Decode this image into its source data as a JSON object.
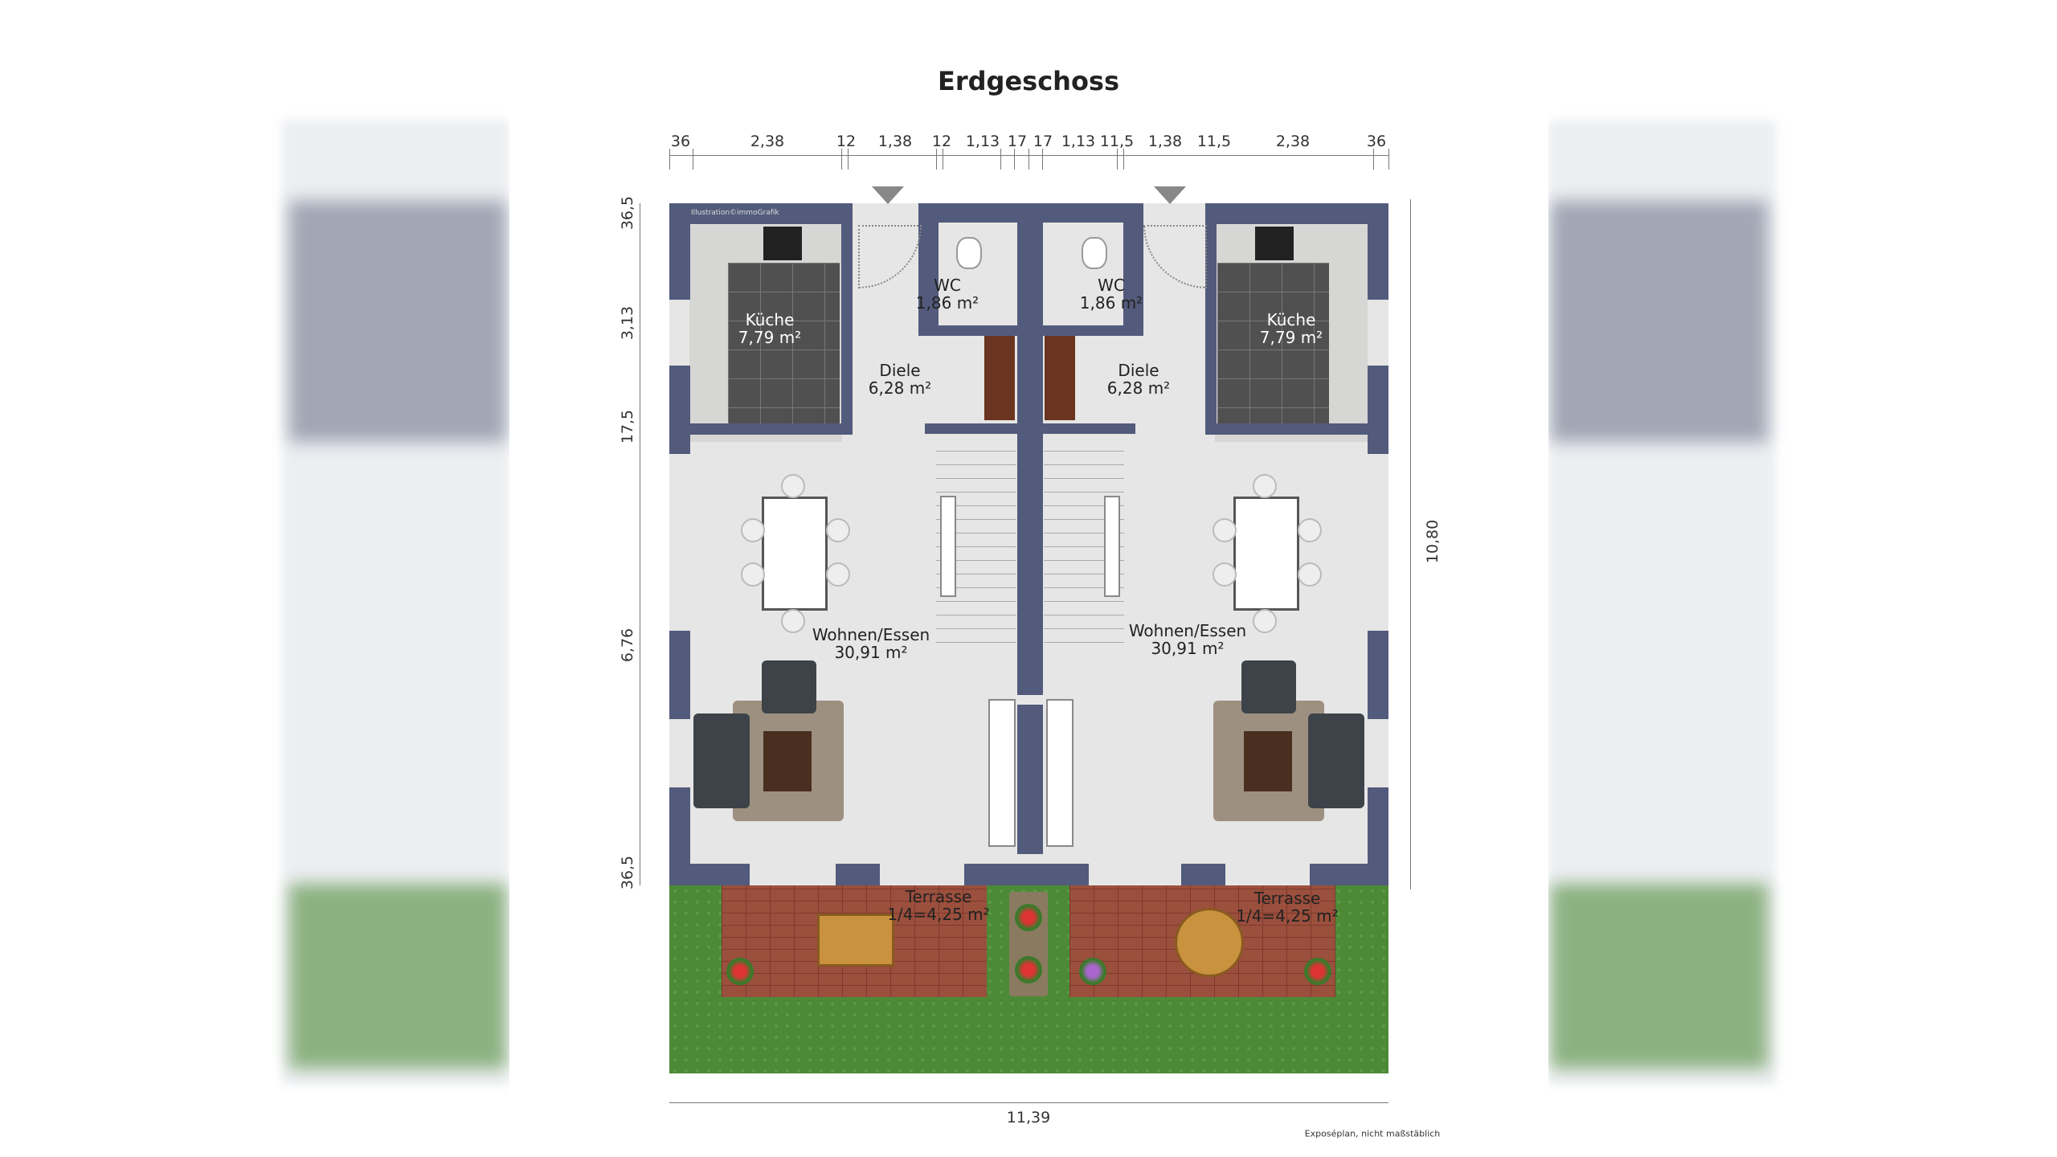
{
  "title": "Erdgeschoss",
  "watermark": "Illustration©immoGrafik",
  "footnote": "Exposéplan, nicht maßstäblich",
  "dimensions": {
    "top": [
      "36",
      "2,38",
      "12",
      "1,38",
      "12",
      "1,13",
      "17",
      "17",
      "1,13",
      "11,5",
      "1,38",
      "11,5",
      "2,38",
      "36"
    ],
    "left": [
      "36,5",
      "3,13",
      "17,5",
      "6,76",
      "36,5"
    ],
    "right": "10,80",
    "bottom": "11,39"
  },
  "rooms": {
    "left": {
      "kitchen": {
        "name": "Küche",
        "area": "7,79 m²"
      },
      "wc": {
        "name": "WC",
        "area": "1,86 m²"
      },
      "hall": {
        "name": "Diele",
        "area": "6,28 m²"
      },
      "living": {
        "name": "Wohnen/Essen",
        "area": "30,91 m²"
      },
      "terrace": {
        "name": "Terrasse",
        "area": "1/4=4,25 m²"
      }
    },
    "right": {
      "kitchen": {
        "name": "Küche",
        "area": "7,79 m²"
      },
      "wc": {
        "name": "WC",
        "area": "1,86 m²"
      },
      "hall": {
        "name": "Diele",
        "area": "6,28 m²"
      },
      "living": {
        "name": "Wohnen/Essen",
        "area": "30,91 m²"
      },
      "terrace": {
        "name": "Terrasse",
        "area": "1/4=4,25 m²"
      }
    }
  },
  "colors": {
    "wall": "#525b7b",
    "floor": "#e6e6e6",
    "grass": "#4d8a37",
    "terrace": "#9b4f3d"
  }
}
